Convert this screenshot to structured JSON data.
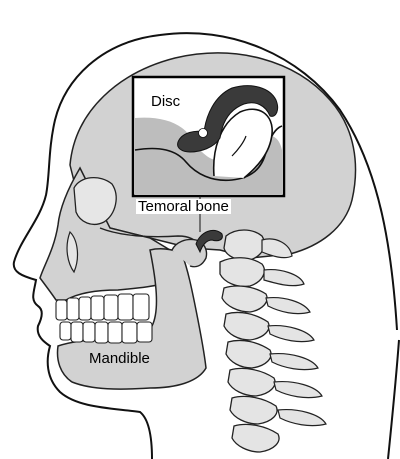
{
  "labels": {
    "disc": "Disc",
    "temporal_bone": "Temoral bone",
    "mandible": "Mandible"
  },
  "colors": {
    "skin_outline": "#111111",
    "skull_fill": "#d2d2d2",
    "bone_fill": "#e4e4e4",
    "disc_fill": "#3a3a3a",
    "inset_fill": "#bdbdbd",
    "tooth_fill": "#ffffff"
  }
}
